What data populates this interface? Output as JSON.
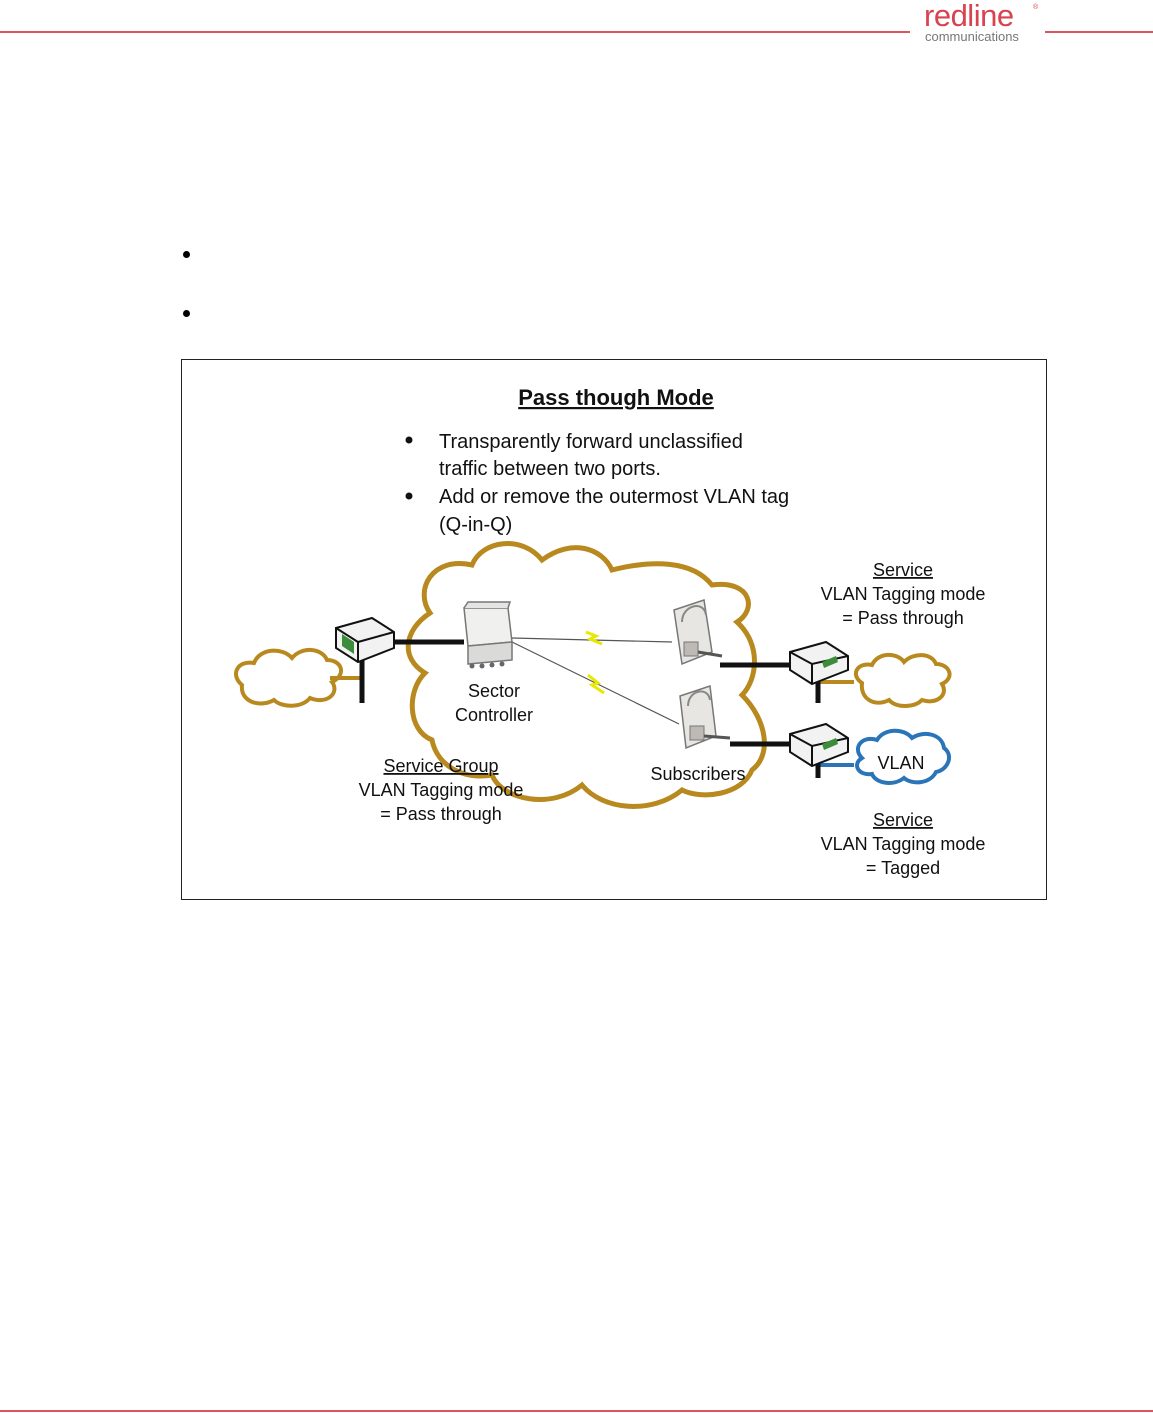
{
  "header": {
    "brand_name": "redline",
    "brand_sub": "communications",
    "brand_color": "#d9434f"
  },
  "figure": {
    "title": "Pass though Mode",
    "bullets": [
      [
        "Transparently forward unclassified",
        "traffic between two ports."
      ],
      [
        "Add or remove the outermost VLAN tag",
        "(Q-in-Q)"
      ]
    ],
    "sector_label": [
      "Sector",
      "Controller"
    ],
    "subscribers_label": "Subscribers",
    "service_group": {
      "heading": "Service Group",
      "line1": "VLAN Tagging mode",
      "line2": "= Pass through"
    },
    "service_top": {
      "heading": "Service",
      "line1": "VLAN Tagging mode",
      "line2": "= Pass through"
    },
    "service_bottom": {
      "heading": "Service",
      "line1": "VLAN Tagging mode",
      "line2": "= Tagged"
    },
    "vlan_label": "VLAN",
    "colors": {
      "cloud": "#b8891f",
      "vlan_cloud": "#2a74b8",
      "link": "#111111",
      "wireless": "#e8e800"
    }
  }
}
